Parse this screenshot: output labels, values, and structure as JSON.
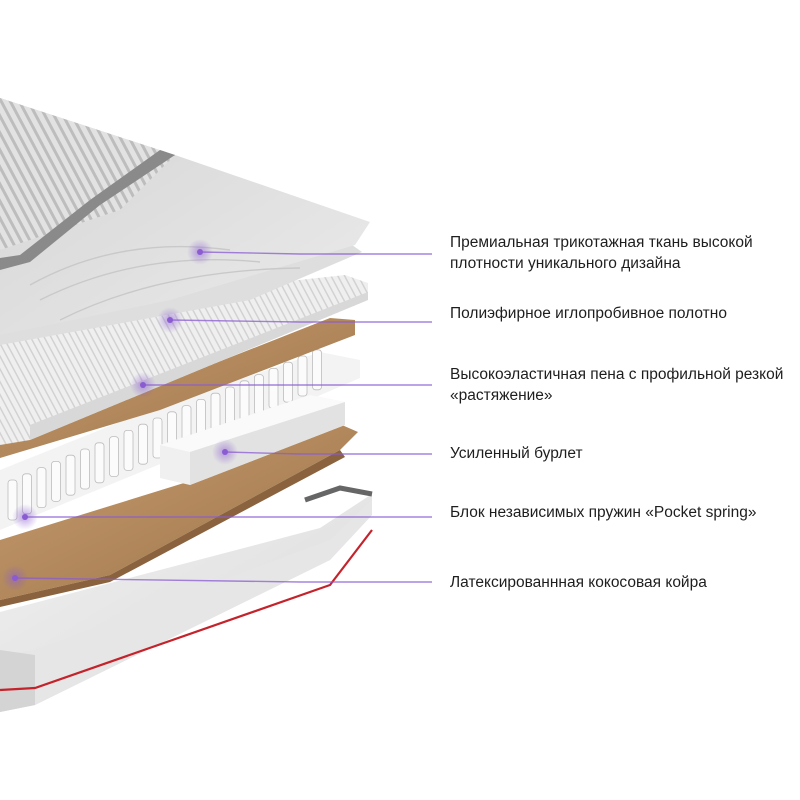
{
  "colors": {
    "accent": "#8a5bd1",
    "coir": "#b48a5e",
    "foam": "#ecebea",
    "fabric": "#dcdcdc",
    "red_stripe": "#c4232b"
  },
  "callouts": [
    {
      "id": "fabric",
      "text": "Премиальная трикотажная ткань высокой плотности уникального дизайна"
    },
    {
      "id": "felt",
      "text": "Полиэфирное иглопробивное полотно"
    },
    {
      "id": "foam",
      "text": "Высокоэластичная пена с профильной резкой «растяжение»"
    },
    {
      "id": "burlet",
      "text": "Усиленный бурлет"
    },
    {
      "id": "springs",
      "text": "Блок независимых пружин «Pocket spring»"
    },
    {
      "id": "coir",
      "text": "Латексированнная кокосовая койра"
    }
  ]
}
